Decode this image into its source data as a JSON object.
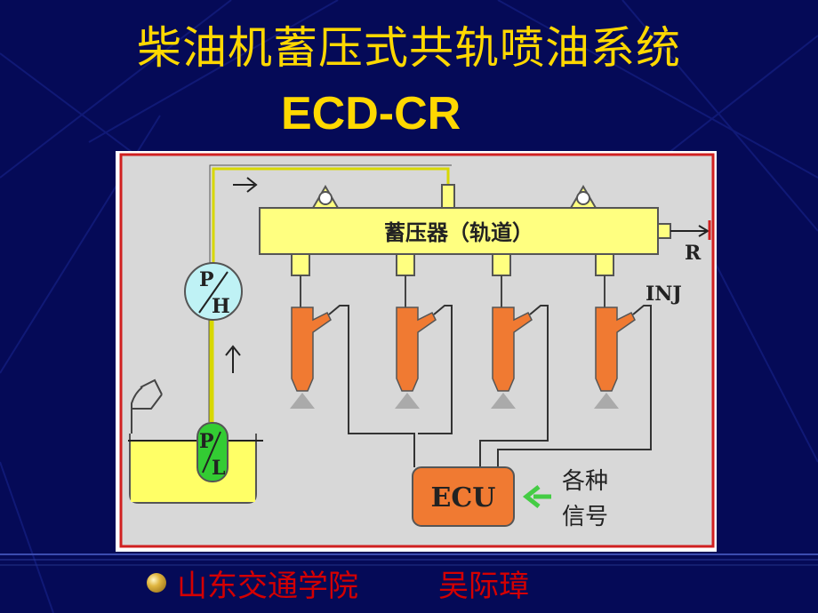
{
  "slide": {
    "title_cn": "柴油机蓄压式共轨喷油系统",
    "title_en": "ECD-CR",
    "colors": {
      "background": "#050a57",
      "title": "#ffd800",
      "footer_text": "#d40000"
    }
  },
  "diagram": {
    "rail_label": "蓄压器（轨道）",
    "high_pressure_pump": {
      "top": "P",
      "bottom": "H"
    },
    "low_pressure_pump": {
      "top": "P",
      "bottom": "L"
    },
    "return_label": "R",
    "injector_label": "INJ",
    "ecu_label": "ECU",
    "signals_line1": "各种",
    "signals_line2": "信号",
    "colors": {
      "rail": "#ffff80",
      "injector": "#f07a32",
      "pump_high": "#bff2f5",
      "pump_low": "#33cc33",
      "ecu": "#f07a32",
      "frame": "#d02020",
      "tank": "#ffff66"
    }
  },
  "footer": {
    "school": "山东交通学院",
    "author": "吴际璋"
  }
}
